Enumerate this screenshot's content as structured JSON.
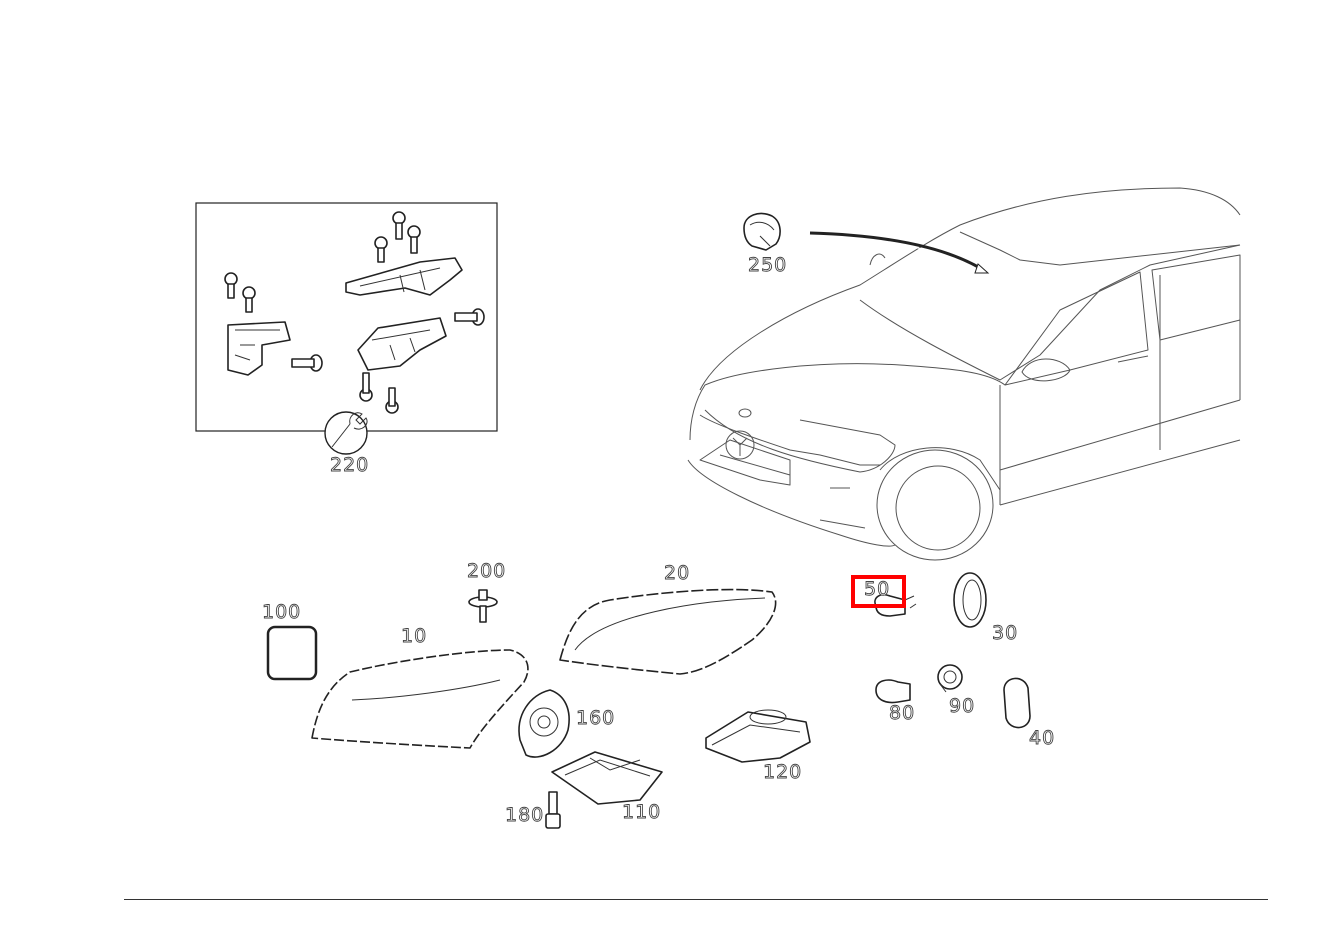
{
  "diagram": {
    "callouts": {
      "c250": "250",
      "c220": "220",
      "c200": "200",
      "c20": "20",
      "c100": "100",
      "c10": "10",
      "c50": "50",
      "c30": "30",
      "c160": "160",
      "c80": "80",
      "c90": "90",
      "c40": "40",
      "c120": "120",
      "c180": "180",
      "c110": "110"
    },
    "highlight_color": "#ff0000",
    "highlighted_part": "50"
  }
}
